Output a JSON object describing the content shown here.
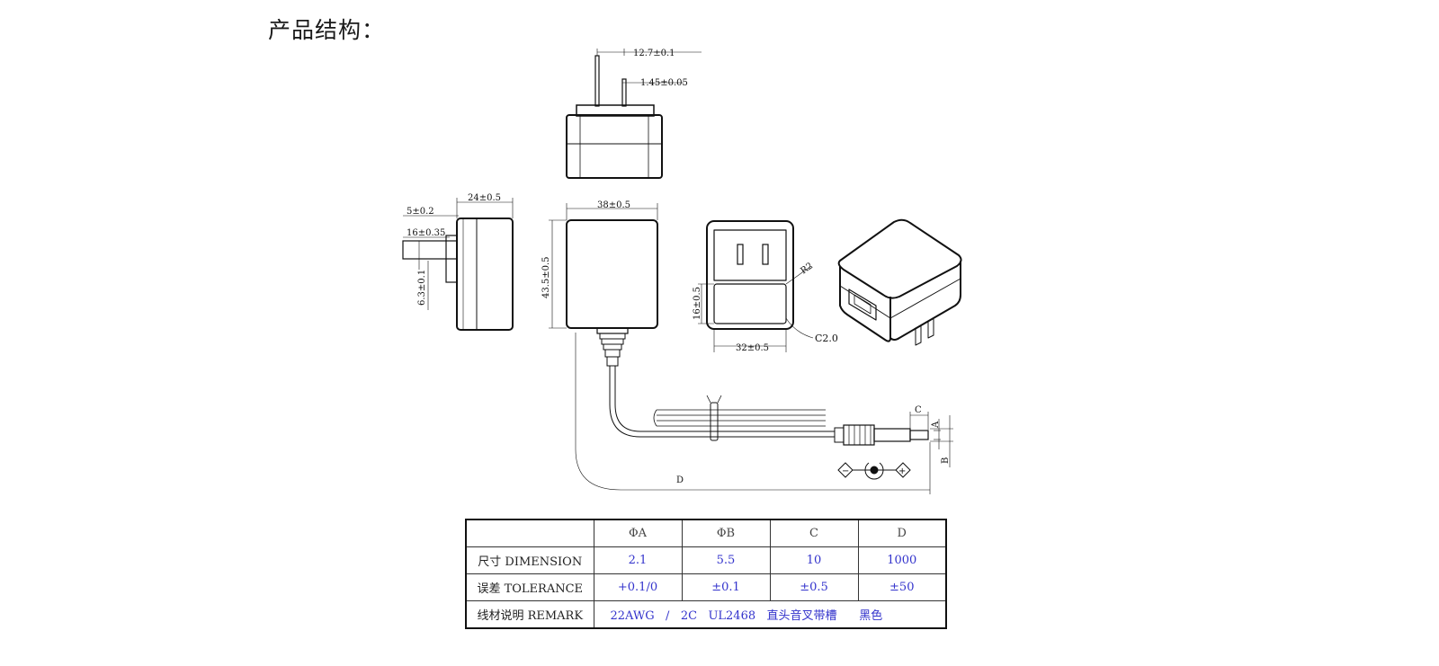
{
  "heading": "产品结构：",
  "dimensions": {
    "pin_spacing": "12.7±0.1",
    "pin_thickness": "1.45±0.05",
    "side_pin_offset": "5±0.2",
    "side_depth": "24±0.5",
    "side_pin_length": "16±0.35",
    "side_pin_height": "6.3±0.1",
    "front_width": "38±0.5",
    "front_height": "43.5±0.5",
    "back_window_height": "16±0.5",
    "back_width": "32±0.5",
    "back_radius_label": "R2",
    "chamfer": "C2.0",
    "cable_length_letter": "D",
    "connector_c": "C",
    "connector_a": "A",
    "connector_b": "B"
  },
  "polarity": {
    "left": "−",
    "right": "+"
  },
  "table": {
    "headers": [
      "",
      "ΦA",
      "ΦB",
      "C",
      "D"
    ],
    "rows": [
      {
        "label": "尺寸 DIMENSION",
        "values": [
          "2.1",
          "5.5",
          "10",
          "1000"
        ]
      },
      {
        "label": "误差 TOLERANCE",
        "values": [
          "+0.1/0",
          "±0.1",
          "±0.5",
          "±50"
        ]
      }
    ],
    "remark_label": "线材说明 REMARK",
    "remark_value": "22AWG   /   2C   UL2468   直头音叉带槽      黑色"
  }
}
